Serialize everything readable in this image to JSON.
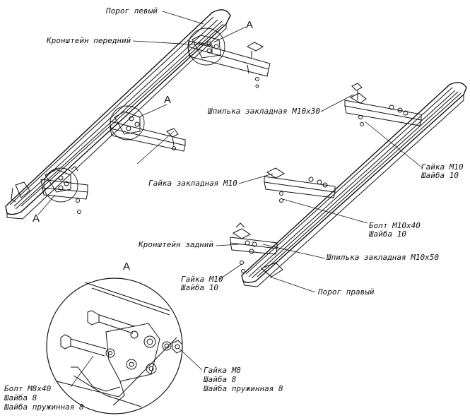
{
  "callouts": {
    "a1": "A",
    "a2": "A",
    "a3": "A",
    "detail": "A"
  },
  "labels": {
    "sill_left": "Порог левый",
    "bracket_front": "Кронштейн передний",
    "stud_m10x30": "Шпилька закладная М10х30",
    "nut_m10_right": "Гайка М10",
    "washer_10_right": "Шайба 10",
    "embedded_nut_m10": "Гайка закладная М10",
    "bolt_m10x40": "Болт М10х40",
    "washer_10_mid": "Шайба 10",
    "bracket_rear": "Кронштейн задний",
    "stud_m10x50": "Шпилька закладная М10х50",
    "nut_m10_left": "Гайка М10",
    "washer_10_left": "Шайба 10",
    "sill_right": "Порог правый",
    "nut_m8": "Гайка М8",
    "washer_8": "Шайба 8",
    "spring_washer_8": "Шайба пружинная 8",
    "bolt_m8x40": "Болт М8х40",
    "washer_8_b": "Шайба 8",
    "spring_washer_8_b": "Шайба пружинная 8"
  }
}
